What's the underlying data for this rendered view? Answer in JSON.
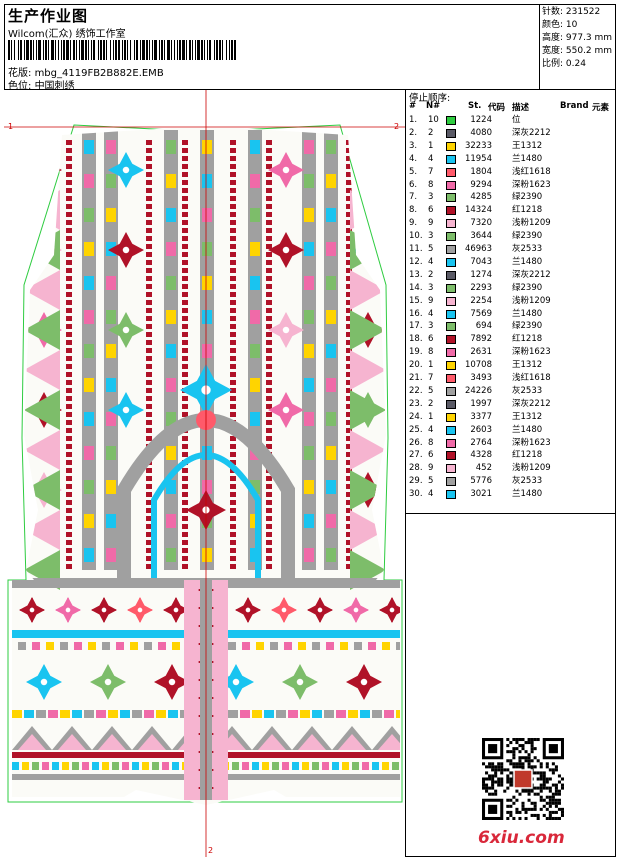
{
  "header": {
    "title": "生产作业图",
    "company": "Wilcom(汇众) 绣饰工作室",
    "pattern_label": "花版:",
    "pattern_value": "mbg_4119FB2B882E.EMB",
    "colorway_label": "色位:",
    "colorway_value": "中国刺绣"
  },
  "stats": {
    "stitches": "针数: 231522",
    "colors": "颜色: 10",
    "height": "高度: 977.3 mm",
    "width": "宽度: 550.2 mm",
    "scale": "比例: 0.24"
  },
  "canvas": {
    "axis_left_label": "1",
    "axis_right_label": "2",
    "axis_bottom_label": "2"
  },
  "sequence": {
    "title": "停止顺序:",
    "headers": {
      "num": "#",
      "n": "N#",
      "st": "St.",
      "code": "代码",
      "desc": "描述",
      "brand": "Brand",
      "elements": "元素"
    },
    "rows": [
      {
        "num": "1.",
        "n": "10",
        "color": "#2ecc40",
        "st": "1224",
        "desc": "位"
      },
      {
        "num": "2.",
        "n": "2",
        "color": "#5a5a66",
        "st": "4080",
        "desc": "深灰2212"
      },
      {
        "num": "3.",
        "n": "1",
        "color": "#ffd400",
        "st": "32233",
        "desc": "王1312"
      },
      {
        "num": "4.",
        "n": "4",
        "color": "#19c4f0",
        "st": "11954",
        "desc": "兰1480"
      },
      {
        "num": "5.",
        "n": "7",
        "color": "#ff5a6a",
        "st": "1804",
        "desc": "浅红1618"
      },
      {
        "num": "6.",
        "n": "8",
        "color": "#f06aa8",
        "st": "9294",
        "desc": "深粉1623"
      },
      {
        "num": "7.",
        "n": "3",
        "color": "#7dbd6a",
        "st": "4285",
        "desc": "绿2390"
      },
      {
        "num": "8.",
        "n": "6",
        "color": "#b01228",
        "st": "14324",
        "desc": "红1218"
      },
      {
        "num": "9.",
        "n": "9",
        "color": "#f6b4d0",
        "st": "7320",
        "desc": "浅粉1209"
      },
      {
        "num": "10.",
        "n": "3",
        "color": "#7dbd6a",
        "st": "3644",
        "desc": "绿2390"
      },
      {
        "num": "11.",
        "n": "5",
        "color": "#a0a0a0",
        "st": "46963",
        "desc": "灰2533"
      },
      {
        "num": "12.",
        "n": "4",
        "color": "#19c4f0",
        "st": "7043",
        "desc": "兰1480"
      },
      {
        "num": "13.",
        "n": "2",
        "color": "#5a5a66",
        "st": "1274",
        "desc": "深灰2212"
      },
      {
        "num": "14.",
        "n": "3",
        "color": "#7dbd6a",
        "st": "2293",
        "desc": "绿2390"
      },
      {
        "num": "15.",
        "n": "9",
        "color": "#f6b4d0",
        "st": "2254",
        "desc": "浅粉1209"
      },
      {
        "num": "16.",
        "n": "4",
        "color": "#19c4f0",
        "st": "7569",
        "desc": "兰1480"
      },
      {
        "num": "17.",
        "n": "3",
        "color": "#7dbd6a",
        "st": "694",
        "desc": "绿2390"
      },
      {
        "num": "18.",
        "n": "6",
        "color": "#b01228",
        "st": "7892",
        "desc": "红1218"
      },
      {
        "num": "19.",
        "n": "8",
        "color": "#f06aa8",
        "st": "2631",
        "desc": "深粉1623"
      },
      {
        "num": "20.",
        "n": "1",
        "color": "#ffd400",
        "st": "10708",
        "desc": "王1312"
      },
      {
        "num": "21.",
        "n": "7",
        "color": "#ff5a6a",
        "st": "3493",
        "desc": "浅红1618"
      },
      {
        "num": "22.",
        "n": "5",
        "color": "#a0a0a0",
        "st": "24226",
        "desc": "灰2533"
      },
      {
        "num": "23.",
        "n": "2",
        "color": "#5a5a66",
        "st": "1997",
        "desc": "深灰2212"
      },
      {
        "num": "24.",
        "n": "1",
        "color": "#ffd400",
        "st": "3377",
        "desc": "王1312"
      },
      {
        "num": "25.",
        "n": "4",
        "color": "#19c4f0",
        "st": "2603",
        "desc": "兰1480"
      },
      {
        "num": "26.",
        "n": "8",
        "color": "#f06aa8",
        "st": "2764",
        "desc": "深粉1623"
      },
      {
        "num": "27.",
        "n": "6",
        "color": "#b01228",
        "st": "4328",
        "desc": "红1218"
      },
      {
        "num": "28.",
        "n": "9",
        "color": "#f6b4d0",
        "st": "452",
        "desc": "浅粉1209"
      },
      {
        "num": "29.",
        "n": "5",
        "color": "#a0a0a0",
        "st": "5776",
        "desc": "灰2533"
      },
      {
        "num": "30.",
        "n": "4",
        "color": "#19c4f0",
        "st": "3021",
        "desc": "兰1480"
      }
    ]
  },
  "footer": {
    "logo_text": "6xiu.com"
  },
  "palette": {
    "green": "#2ecc40",
    "dark_gray": "#5a5a66",
    "yellow": "#ffd400",
    "blue": "#19c4f0",
    "light_red": "#ff5a6a",
    "pink": "#f06aa8",
    "olive_green": "#7dbd6a",
    "red": "#b01228",
    "light_pink": "#f6b4d0",
    "gray": "#a0a0a0",
    "guide_red": "#cc0000"
  }
}
